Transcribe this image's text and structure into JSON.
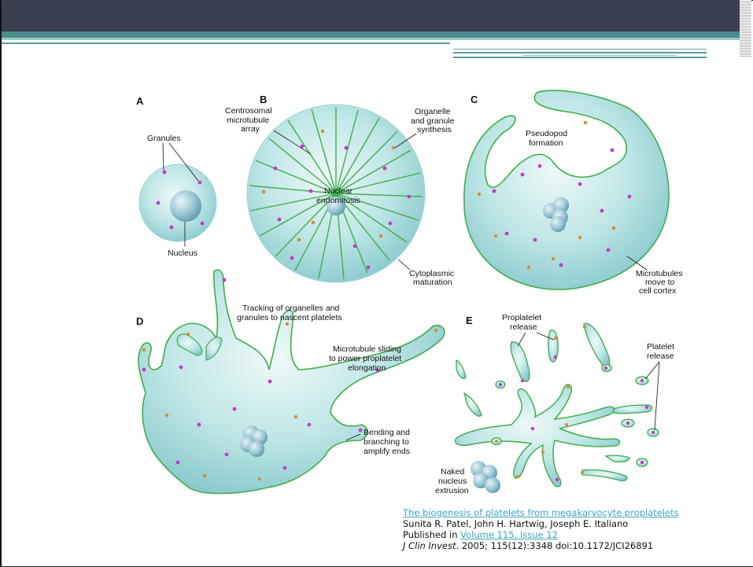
{
  "slide": {
    "accent_dark": "#3a3f52",
    "accent_teal": "#4a8a8c"
  },
  "panels": {
    "a": "A",
    "b": "B",
    "c": "C",
    "d": "D",
    "e": "E"
  },
  "labels": {
    "granules": "Granules",
    "nucleus": "Nucleus",
    "centrosomal_1": "Centrosomal",
    "centrosomal_2": "microtubule",
    "centrosomal_3": "array",
    "organelle_1": "Organelle",
    "organelle_2": "and granule",
    "organelle_3": "synthesis",
    "nuclear_1": "Nuclear",
    "nuclear_2": "endomitosis",
    "cyto_1": "Cytoplasmic",
    "cyto_2": "maturation",
    "pseudopod_1": "Pseudopod",
    "pseudopod_2": "formation",
    "micro_1": "Microtubules",
    "micro_2": "move to",
    "micro_3": "cell cortex",
    "tracking_1": "Tracking of organelles and",
    "tracking_2": "granules to nascent platelets",
    "sliding_1": "Microtubule sliding",
    "sliding_2": "to power proplatelet",
    "sliding_3": "elongation",
    "bending_1": "Bending and",
    "bending_2": "branching to",
    "bending_3": "amplify ends",
    "proplatelet_1": "Proplatelet",
    "proplatelet_2": "release",
    "platelet_1": "Platelet",
    "platelet_2": "release",
    "naked_1": "Naked",
    "naked_2": "nucleus",
    "naked_3": "extrusion"
  },
  "citation": {
    "title": "The biogenesis of platelets from megakaryocyte proplatelets",
    "authors": "Sunita R. Patel, John H. Hartwig, Joseph E. Italiano",
    "published_prefix": "Published in ",
    "volume_link": "Volume 115, Issue 12",
    "journal": "J Clin Invest",
    "details": ". 2005; 115(12):3348 doi:10.1172/JCI26891"
  }
}
